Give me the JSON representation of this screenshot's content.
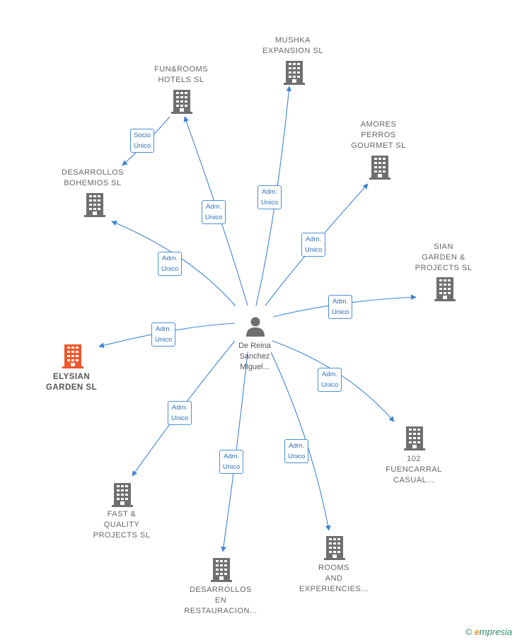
{
  "center": {
    "lines": [
      "De Reina",
      "Sanchez",
      "Miguel..."
    ]
  },
  "nodes": [
    {
      "id": "mushka",
      "lines": [
        "MUSHKA",
        "EXPANSION  SL"
      ],
      "highlight": false
    },
    {
      "id": "funrooms",
      "lines": [
        "FUN&ROOMS",
        "HOTELS  SL"
      ],
      "highlight": false
    },
    {
      "id": "amores",
      "lines": [
        "AMORES",
        "PERROS",
        "GOURMET  SL"
      ],
      "highlight": false
    },
    {
      "id": "bohemios",
      "lines": [
        "DESARROLLOS",
        "BOHEMIOS  SL"
      ],
      "highlight": false
    },
    {
      "id": "sian",
      "lines": [
        "SIAN",
        "GARDEN &",
        "PROJECTS  SL"
      ],
      "highlight": false
    },
    {
      "id": "elysian",
      "lines": [
        "ELYSIAN",
        "GARDEN  SL"
      ],
      "highlight": true
    },
    {
      "id": "fuencarral",
      "lines": [
        "102",
        "FUENCARRAL",
        "CASUAL..."
      ],
      "highlight": false
    },
    {
      "id": "fast",
      "lines": [
        "FAST &",
        "QUALITY",
        "PROJECTS  SL"
      ],
      "highlight": false
    },
    {
      "id": "restauracion",
      "lines": [
        "DESARROLLOS",
        "EN",
        "RESTAURACION..."
      ],
      "highlight": false
    },
    {
      "id": "rooms",
      "lines": [
        "ROOMS",
        "AND",
        "EXPERIENCIES..."
      ],
      "highlight": false
    }
  ],
  "edges": [
    {
      "id": "e-funrooms",
      "lines": [
        "Adm.",
        "Unico"
      ]
    },
    {
      "id": "e-mushka",
      "lines": [
        "Adm.",
        "Unico"
      ]
    },
    {
      "id": "e-amores",
      "lines": [
        "Adm.",
        "Unico"
      ]
    },
    {
      "id": "e-bohemios",
      "lines": [
        "Adm.",
        "Unico"
      ]
    },
    {
      "id": "e-sian",
      "lines": [
        "Adm.",
        "Unico"
      ]
    },
    {
      "id": "e-elysian",
      "lines": [
        "Adm.",
        "Unico"
      ]
    },
    {
      "id": "e-fuencarral",
      "lines": [
        "Adm.",
        "Unico"
      ]
    },
    {
      "id": "e-fast",
      "lines": [
        "Adm.",
        "Unico"
      ]
    },
    {
      "id": "e-restauracion",
      "lines": [
        "Adm.",
        "Unico"
      ]
    },
    {
      "id": "e-rooms",
      "lines": [
        "Adm.",
        "Unico"
      ]
    },
    {
      "id": "e-socio",
      "lines": [
        "Socio",
        "Único"
      ]
    }
  ],
  "colors": {
    "edge": "#3d85d6",
    "building": "#6f6f6f",
    "building_highlight": "#f0572a",
    "person": "#6f6f6f"
  },
  "brand": {
    "text": "mpresia",
    "copyright": "©",
    "initial": "e"
  }
}
